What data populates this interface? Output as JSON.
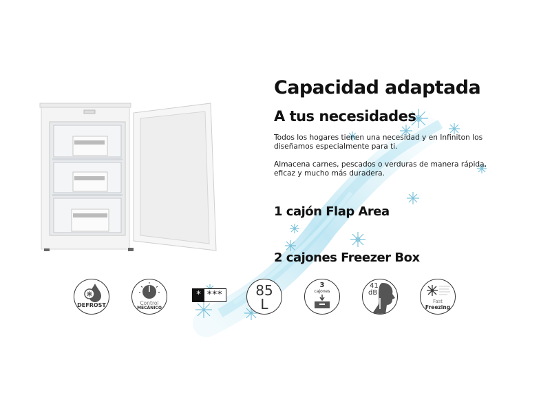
{
  "headline": {
    "title": "Capacidad adaptada",
    "subtitle": "A tus necesidades"
  },
  "body": {
    "paragraph1": "Todos los hogares tienen una necesidad y en Infiniton los diseñamos especialmente para ti.",
    "paragraph2": "Almacena carnes, pescados o verduras de manera rápida, eficaz y mucho más duradera."
  },
  "features": [
    {
      "label": "1 cajón Flap Area"
    },
    {
      "label": "2 cajones Freezer Box"
    }
  ],
  "product_image": {
    "name": "upright-freezer-open-door",
    "drawers": 3
  },
  "icons": [
    {
      "name": "defrost-icon",
      "label": "DEFROST"
    },
    {
      "name": "mechanical-control-icon",
      "line1": "Control",
      "line2": "MECÁNICO"
    },
    {
      "name": "star-rating-icon",
      "single": "*",
      "triple": "***"
    },
    {
      "name": "capacity-icon",
      "value": "85",
      "unit": "L"
    },
    {
      "name": "drawers-icon",
      "value": "3",
      "label": "cajones"
    },
    {
      "name": "noise-icon",
      "value": "41",
      "unit": "dB"
    },
    {
      "name": "fast-freezing-icon",
      "line1": "Fast",
      "line2": "Freezing"
    }
  ],
  "colors": {
    "text": "#111111",
    "icon_stroke": "#333333",
    "icon_fill": "#555555",
    "swoosh": "#8fd3ea",
    "snowflake": "#5fb4d3"
  }
}
